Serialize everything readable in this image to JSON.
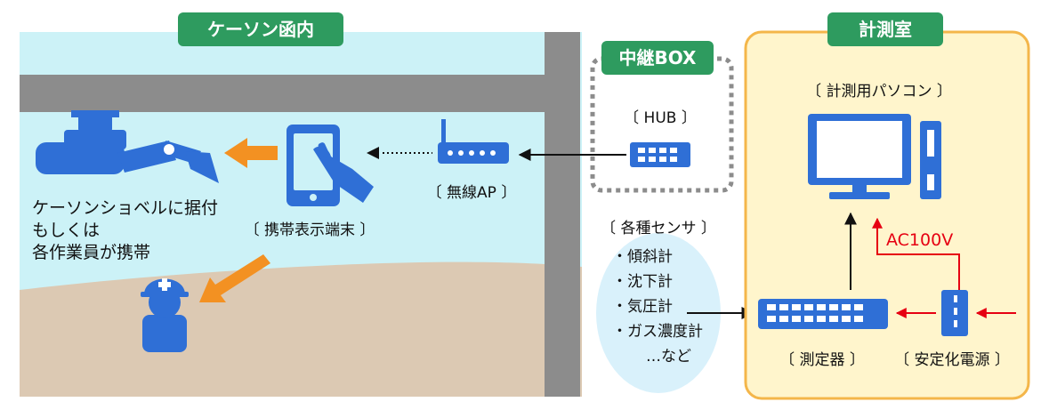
{
  "areas": {
    "caisson": {
      "title": "ケーソン函内"
    },
    "relay": {
      "title": "中継BOX"
    },
    "measurement_room": {
      "title": "計測室"
    }
  },
  "devices": {
    "hub": "〔 HUB 〕",
    "wireless_ap": "〔 無線AP 〕",
    "handheld_terminal": "〔 携帯表示端末 〕",
    "measuring_pc": "〔 計測用パソコン 〕",
    "measuring_instrument": "〔 測定器 〕",
    "stabilized_power": "〔 安定化電源 〕"
  },
  "carrier_note": {
    "line1": "ケーソンショベルに据付",
    "line2": "もしくは",
    "line3": "各作業員が携帯"
  },
  "sensors": {
    "title": "〔 各種センサ 〕",
    "items": [
      "・傾斜計",
      "・沈下計",
      "・気圧計",
      "・ガス濃度計"
    ],
    "etc": "…など"
  },
  "power_label": "AC100V",
  "colors": {
    "header_green": "#2e9b5f",
    "device_blue": "#2f6fd6",
    "caisson_water": "#ccf2f7",
    "caisson_ground": "#dcc9b3",
    "wall_gray": "#8c8c8c",
    "room_bg": "#fff5cc",
    "room_border": "#f4b64a",
    "sensor_bubble": "#d9f1fb",
    "orange_arrow": "#f39122",
    "power_red": "#e60012"
  }
}
